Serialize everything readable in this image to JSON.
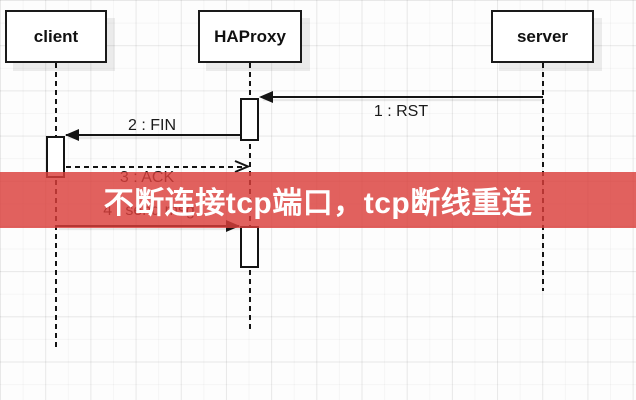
{
  "diagram": {
    "actors": [
      {
        "label": "client"
      },
      {
        "label": "HAProxy"
      },
      {
        "label": "server"
      }
    ],
    "messages": [
      {
        "label": "1 : RST",
        "from": "server",
        "to": "HAProxy",
        "line": "solid",
        "arrow": "filled"
      },
      {
        "label": "2 : FIN",
        "from": "HAProxy",
        "to": "client",
        "line": "solid",
        "arrow": "filled"
      },
      {
        "label": "3 : ACK",
        "from": "client",
        "to": "HAProxy",
        "line": "dashed",
        "arrow": "open"
      },
      {
        "label": "4 : send msg",
        "from": "client",
        "to": "HAProxy",
        "line": "solid",
        "arrow": "filled"
      }
    ]
  },
  "overlay": {
    "title": "不断连接tcp端口，tcp断线重连",
    "background_color": "#DB3E3A",
    "text_color": "#FFFFFF"
  },
  "colors": {
    "diagram_stroke": "#141414",
    "background": "#FDFDFD",
    "grid_line": "#EFEFEF"
  }
}
